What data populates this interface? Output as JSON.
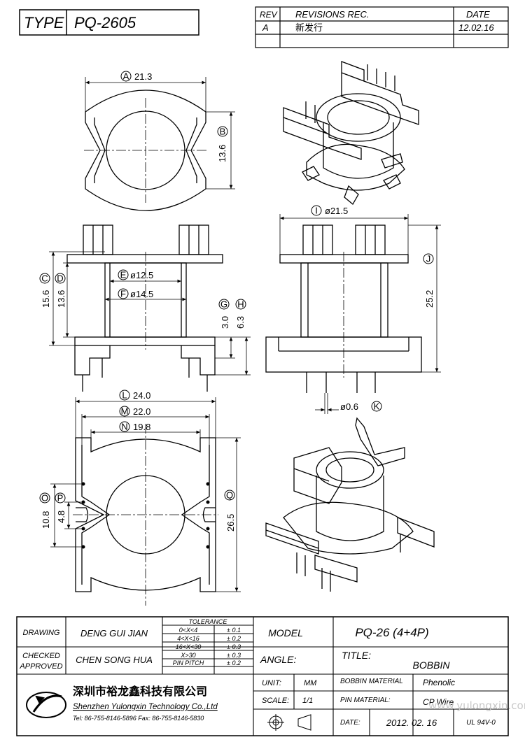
{
  "header": {
    "type_label": "TYPE",
    "type_value": "PQ-2605",
    "rev_label": "REV",
    "revisions_label": "REVISIONS REC.",
    "date_label": "DATE",
    "rev_value": "A",
    "rev_desc": "新发行",
    "rev_date": "12.02.16"
  },
  "dims": {
    "A": {
      "letter": "A",
      "value": "21.3"
    },
    "B": {
      "letter": "B",
      "value": "13.6"
    },
    "C": {
      "letter": "C",
      "value": "15.6"
    },
    "D": {
      "letter": "D",
      "value": "13.6"
    },
    "E": {
      "letter": "E",
      "value": "ø12.5"
    },
    "F": {
      "letter": "F",
      "value": "ø14.5"
    },
    "G": {
      "letter": "G",
      "value": "3.0"
    },
    "H": {
      "letter": "H",
      "value": "6.3"
    },
    "I": {
      "letter": "I",
      "value": "ø21.5"
    },
    "J": {
      "letter": "J",
      "value": "25.2"
    },
    "K": {
      "letter": "K",
      "value": "ø0.6"
    },
    "L": {
      "letter": "L",
      "value": "24.0"
    },
    "M": {
      "letter": "M",
      "value": "22.0"
    },
    "N": {
      "letter": "N",
      "value": "19.8"
    },
    "O": {
      "letter": "O",
      "value": "10.8"
    },
    "P": {
      "letter": "P",
      "value": "4.8"
    },
    "Q": {
      "letter": "Q",
      "value": "26.5"
    }
  },
  "title_block": {
    "drawing_label": "DRAWING",
    "drawing_value": "DENG GUI JIAN",
    "checked_label": "CHECKED",
    "approved_label": "APPROVED",
    "checked_value": "CHEN SONG HUA",
    "tolerance_label": "TOLERANCE",
    "tolerances": [
      {
        "range": "0<X<4",
        "value": "± 0.1"
      },
      {
        "range": "4<X<16",
        "value": "± 0.2"
      },
      {
        "range": "16<X<30",
        "value": "± 0.3"
      },
      {
        "range": "X>30",
        "value": "± 0.3"
      },
      {
        "range": "PIN PITCH",
        "value": "± 0.2"
      }
    ],
    "model_label": "MODEL",
    "model_value": "PQ-26 (4+4P)",
    "angle_label": "ANGLE:",
    "title_label": "TITLE:",
    "title_value": "BOBBIN",
    "company_cn": "深圳市裕龙鑫科技有限公司",
    "company_en": "Shenzhen Yulongxin Technology Co.,Ltd",
    "contact": "Tel: 86-755-8146-5896   Fax: 86-755-8146-5830",
    "unit_label": "UNIT:",
    "unit_value": "MM",
    "scale_label": "SCALE:",
    "scale_value": "1/1",
    "bobbin_material_label": "BOBBIN MATERIAL",
    "bobbin_material_value": "Phenolic",
    "pin_material_label": "PIN MATERIAL:",
    "pin_material_value": "CP Wire",
    "date_label": "DATE:",
    "date_value": "2012. 02. 16",
    "ul_value": "UL 94V-0",
    "watermark": "www.yulongxin.com"
  }
}
